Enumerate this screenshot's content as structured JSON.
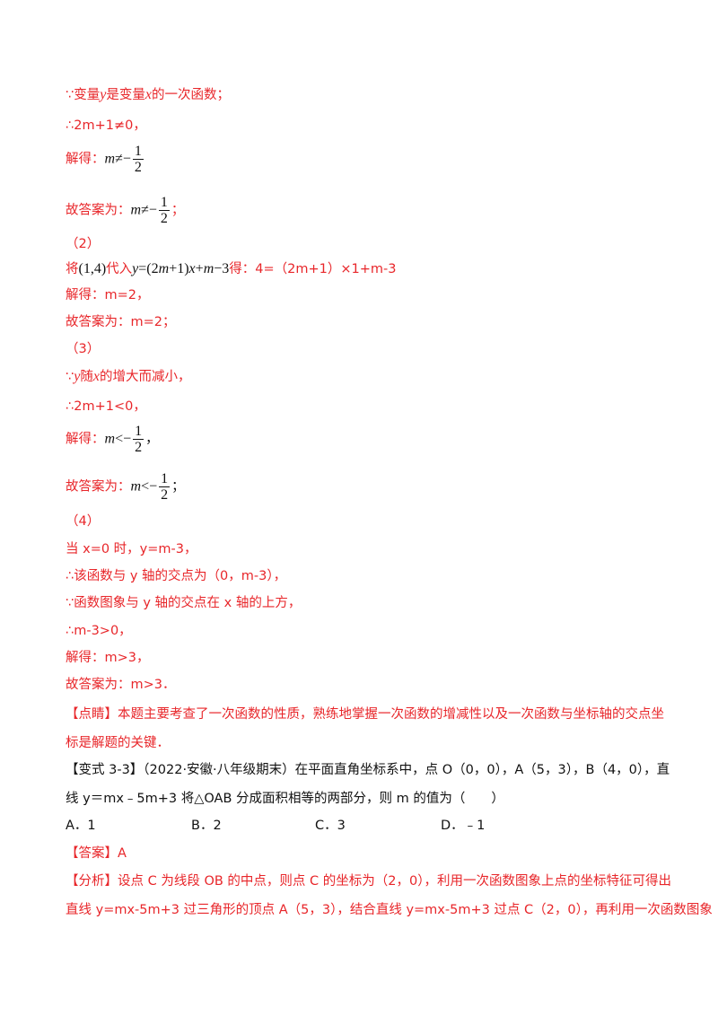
{
  "lines": {
    "l1": {
      "because": "∵",
      "t1": "变量",
      "y": "y",
      "t2": "是变量",
      "x": "x",
      "t3": "的一次函数；"
    },
    "l2": {
      "text": "∴2m+1≠0，"
    },
    "l3": {
      "label": "解得：",
      "m": "m",
      "op": "≠−",
      "num": "1",
      "den": "2"
    },
    "l4": {
      "label": "故答案为：",
      "m": "m",
      "op": "≠−",
      "num": "1",
      "den": "2",
      "tail": "；"
    },
    "l5": {
      "text": "（2）"
    },
    "l6": {
      "t1": "将",
      "point": "(1,4)",
      "t2": "代入",
      "eq_y": "y",
      "eq_mid": "=(2",
      "eq_m1": "m",
      "eq_mid2": "+1)",
      "eq_x": "x",
      "eq_mid3": "+",
      "eq_m2": "m",
      "eq_end": "−3",
      "t3": "得：",
      "t4": "4=（2m+1）×1+m-3"
    },
    "l7": {
      "text": "解得：m=2，"
    },
    "l8": {
      "text": "故答案为：m=2；"
    },
    "l9": {
      "text": "（3）"
    },
    "l10": {
      "because": "∵",
      "y": "y",
      "t1": "随",
      "x": "x",
      "t2": "的增大而减小，"
    },
    "l11": {
      "text": "∴2m+1<0，"
    },
    "l12": {
      "label": "解得：",
      "m": "m",
      "op": "<−",
      "num": "1",
      "den": "2",
      "tail": "，"
    },
    "l13": {
      "label": "故答案为：",
      "m": "m",
      "op": "<−",
      "num": "1",
      "den": "2",
      "tail": "；"
    },
    "l14": {
      "text": "（4）"
    },
    "l15": {
      "text": "当 x=0 时，y=m-3，"
    },
    "l16": {
      "text": "∴该函数与 y 轴的交点为（0，m-3），"
    },
    "l17": {
      "text": "∵函数图象与 y 轴的交点在 x 轴的上方，"
    },
    "l18": {
      "text": "∴m-3>0，"
    },
    "l19": {
      "text": "解得：m>3，"
    },
    "l20": {
      "text": "故答案为：m>3．"
    },
    "l21": {
      "text": "【点睛】本题主要考查了一次函数的性质，熟练地掌握一次函数的增减性以及一次函数与坐标轴的交点坐"
    },
    "l22": {
      "text": "标是解题的关键．"
    },
    "l23": {
      "text": "【变式 3-3】（2022·安徽·八年级期末）在平面直角坐标系中，点 O（0，0），A（5，3），B（4，0），直"
    },
    "l24": {
      "text": "线 y＝mx﹣5m+3 将△OAB 分成面积相等的两部分，则 m 的值为（　　）"
    },
    "options": [
      "A．1",
      "B．2",
      "C．3",
      "D．﹣1"
    ],
    "l26": {
      "text": "【答案】A"
    },
    "l27": {
      "text": "【分析】设点 C 为线段 OB 的中点，则点 C 的坐标为（2，0），利用一次函数图象上点的坐标特征可得出"
    },
    "l28": {
      "text": "直线 y=mx-5m+3 过三角形的顶点 A（5，3），结合直线 y=mx-5m+3 过点 C（2，0），再利用一次函数图象"
    }
  },
  "colors": {
    "answer_text": "#e8262a",
    "question_text": "#111111"
  }
}
